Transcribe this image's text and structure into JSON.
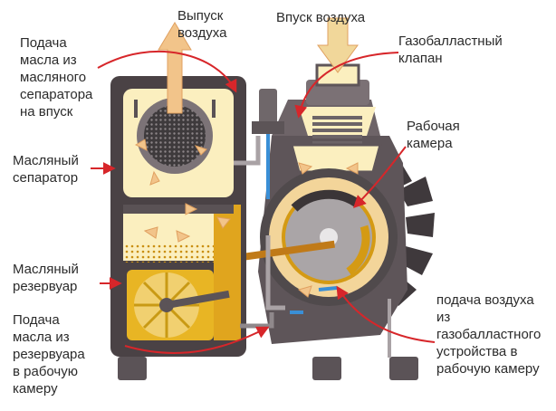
{
  "labels": {
    "exhaust": "Выпуск\nвоздуха",
    "intake": "Впуск воздуха",
    "oil_to_intake": "Подача\nмасла из\nмасляного\nсепаратора\nна впуск",
    "gas_ballast_valve": "Газобалластный\nклапан",
    "working_chamber": "Рабочая\nкамера",
    "oil_separator": "Масляный\nсепаратор",
    "oil_reservoir": "Масляный\nрезервуар",
    "oil_to_chamber": "Подача\nмасла из\nрезервуара\nв рабочую\nкамеру",
    "air_from_ballast": "подача воздуха\nиз\nгазобалластного\nустройства в\nрабочую камеру"
  },
  "colors": {
    "arrow_red": "#d7262a",
    "housing_dark": "#4a4245",
    "housing_mid": "#6e6468",
    "housing_light": "#8c8286",
    "cream": "#fbefbf",
    "oil_yellow": "#e6b323",
    "oil_gold": "#d49a14",
    "flow_peach": "#f2c48a",
    "pipe_blue": "#3a8fd6",
    "rotor_grey": "#b9b4b6"
  },
  "icons": [
    "fan-icon",
    "rotor-icon",
    "filter-icon",
    "valve-icon",
    "flow-arrow-icon",
    "pointer-arrow-icon"
  ]
}
